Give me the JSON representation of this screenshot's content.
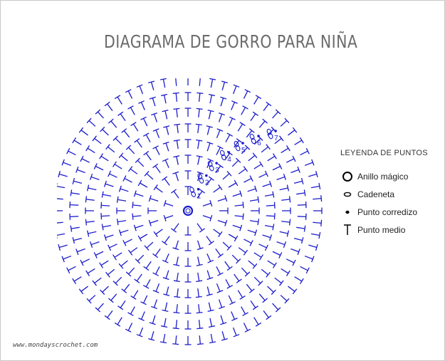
{
  "title": "DIAGRAMA DE GORRO PARA NIÑA",
  "legend": {
    "title": "LEYENDA DE PUNTOS",
    "items": [
      {
        "label": "Anillo mágico",
        "icon": "magic-ring-icon"
      },
      {
        "label": "Cadeneta",
        "icon": "chain-stitch-icon"
      },
      {
        "label": "Punto corredizo",
        "icon": "slip-stitch-icon"
      },
      {
        "label": "Punto medio",
        "icon": "half-double-crochet-icon"
      }
    ]
  },
  "round_labels": [
    "1",
    "2",
    "3",
    "4",
    "5",
    "6",
    "7"
  ],
  "diagram": {
    "stitch_color": "#1c1ccc",
    "rounds": 7
  },
  "footer": "www.mondayscrochet.com"
}
